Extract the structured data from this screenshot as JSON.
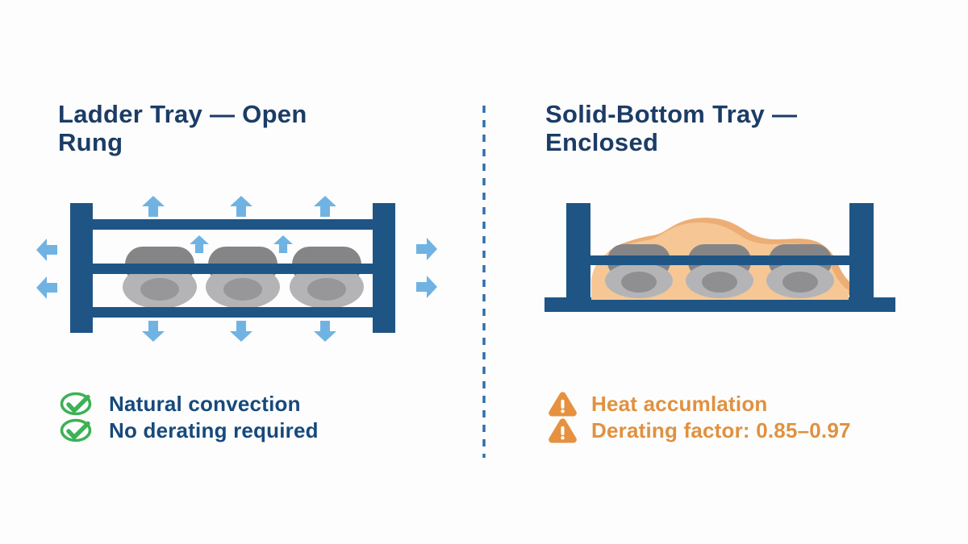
{
  "left_panel": {
    "title_line1": "Ladder Tray — Open",
    "title_line2": "Rung",
    "diagram": {
      "type": "ladder-tray-open-rung",
      "cable_count": 3,
      "airflow_arrows": {
        "up_above": 3,
        "up_between_cables": 2,
        "left_out": 2,
        "right_out": 2,
        "down_below": 3
      }
    },
    "bullets": [
      {
        "icon": "check-circle-icon",
        "label": "Natural convection"
      },
      {
        "icon": "check-circle-icon",
        "label": "No derating required"
      }
    ]
  },
  "right_panel": {
    "title_line1": "Solid-Bottom Tray —",
    "title_line2": "Enclosed",
    "diagram": {
      "type": "solid-bottom-tray-enclosed",
      "cable_count": 3,
      "heat_blob": true
    },
    "bullets": [
      {
        "icon": "warning-triangle-icon",
        "label": "Heat accumlation"
      },
      {
        "icon": "warning-triangle-icon",
        "label": "Derating factor: 0.85–0.97"
      }
    ]
  },
  "palette": {
    "background": "#fdfdfd",
    "structure_navy": "#1f5585",
    "title_navy": "#1b3c66",
    "body_navy": "#17497c",
    "airflow_blue": "#70b3e3",
    "success_green": "#3db155",
    "warning_orange": "#e6913f",
    "warning_text_orange": "#e09140",
    "heat_fill": "#f6c795",
    "heat_shadow": "#ecae75",
    "cable_dark": "#858588",
    "cable_light": "#b4b4b7",
    "cable_core": "#97979a",
    "divider_blue": "#2f6fab"
  }
}
